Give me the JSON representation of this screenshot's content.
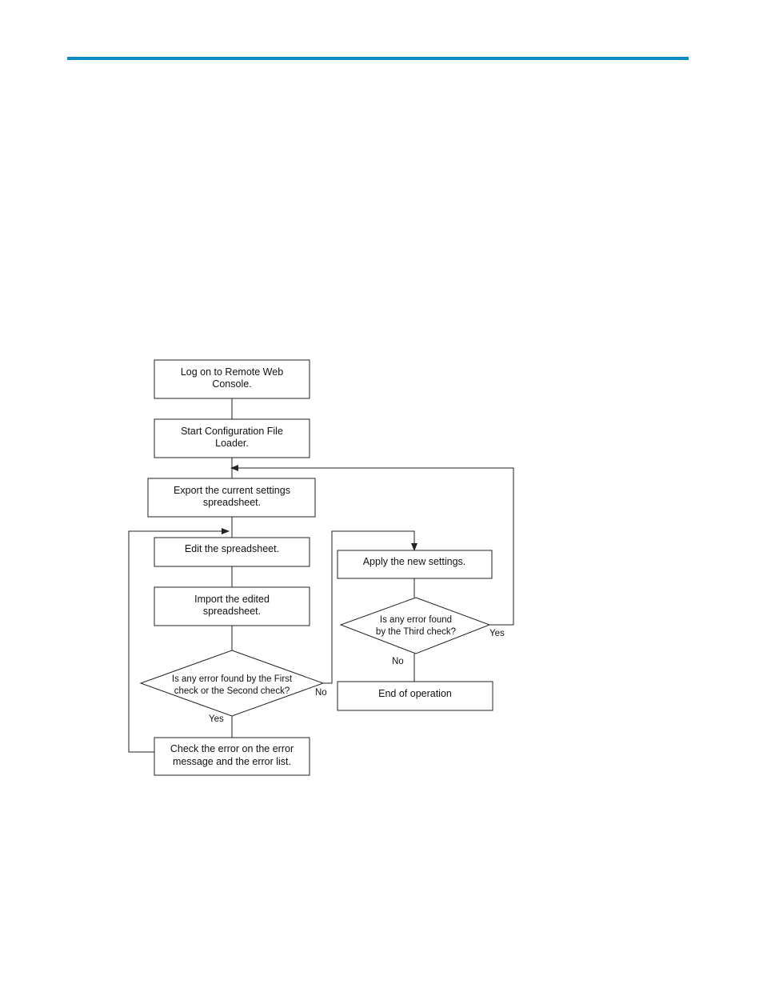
{
  "accent_color": "#0a8ac6",
  "flowchart": {
    "nodes": {
      "logon": {
        "lines": [
          "Log on to Remote Web",
          "Console."
        ]
      },
      "start_loader": {
        "lines": [
          "Start Configuration File",
          "Loader."
        ]
      },
      "export": {
        "lines": [
          "Export the current settings",
          "spreadsheet."
        ]
      },
      "edit": {
        "lines": [
          "Edit the spreadsheet."
        ]
      },
      "import": {
        "lines": [
          "Import the edited",
          "spreadsheet."
        ]
      },
      "decision_first_second": {
        "lines": [
          "Is any error found by the First",
          "check or the Second check?"
        ]
      },
      "check_error": {
        "lines": [
          "Check the error on the error",
          "message and the error list."
        ]
      },
      "apply": {
        "lines": [
          "Apply the new settings."
        ]
      },
      "decision_third": {
        "lines": [
          "Is any error found",
          "by the Third check?"
        ]
      },
      "end": {
        "lines": [
          "End of operation"
        ]
      }
    },
    "edge_labels": {
      "first_second_no": "No",
      "first_second_yes": "Yes",
      "third_yes": "Yes",
      "third_no": "No"
    }
  }
}
